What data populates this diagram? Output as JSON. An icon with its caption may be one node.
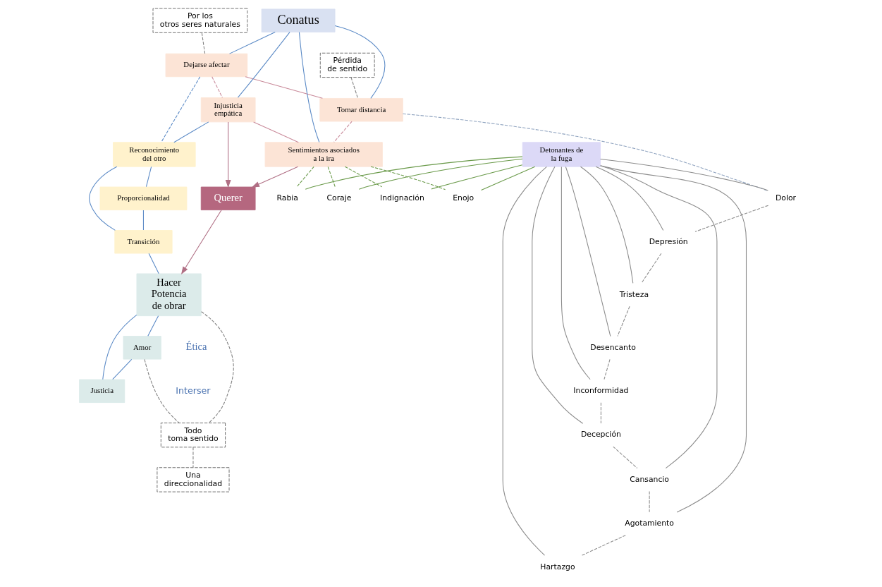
{
  "diagram": {
    "nodes": [
      {
        "text": [
          "Pérdida de sentido"
        ]
      },
      {
        "text": [
          "Por los otros seres naturales"
        ]
      },
      {
        "text": [
          "Reconocimiento del otro"
        ]
      },
      {
        "text": [
          "Proporcionalidad"
        ]
      },
      {
        "text": [
          "Dejarse afectar"
        ]
      },
      {
        "text": [
          "Injusticia empática"
        ]
      },
      {
        "text": [
          "Transición"
        ]
      },
      {
        "text": [
          "Conatus"
        ]
      },
      {
        "text": [
          "Querer"
        ]
      },
      {
        "text": [
          "Hacer",
          "Potencia de obrar"
        ]
      },
      {
        "text": [
          "Tomar distancia"
        ]
      },
      {
        "text": [
          "Sentimientos asociados a la ira"
        ]
      },
      {
        "text": [
          "Dolor"
        ]
      },
      {
        "text": [
          "Enojo"
        ]
      },
      {
        "text": [
          "Depresión"
        ]
      },
      {
        "text": [
          "Rabia"
        ]
      },
      {
        "text": [
          "Coraje"
        ]
      },
      {
        "text": [
          "Tristeza"
        ]
      },
      {
        "text": [
          "Detonantes de la fuga"
        ]
      },
      {
        "text": [
          "Indignación"
        ]
      },
      {
        "text": [
          "Hartazgo"
        ]
      },
      {
        "text": [
          "Desencanto"
        ]
      },
      {
        "text": [
          "Agotamiento"
        ]
      },
      {
        "text": [
          "Inconformidad"
        ]
      },
      {
        "text": [
          "Cansancio"
        ]
      },
      {
        "text": [
          "Decepción"
        ]
      },
      {
        "text": [
          "Amor"
        ]
      },
      {
        "text": [
          "Justicia"
        ]
      },
      {
        "text": [
          "Todo toma sentido"
        ]
      },
      {
        "text": [
          "Una direccionalidad"
        ]
      }
    ],
    "edges": [
      {
        "from": 0,
        "to": 10,
        "arrow": "none",
        "style": "dashed",
        "color": "#808080"
      },
      {
        "from": 1,
        "to": 4,
        "arrow": "none",
        "style": "dashed",
        "color": "#808080"
      },
      {
        "from": 4,
        "to": 2,
        "arrow": "none",
        "style": "dashed",
        "color": "#5b8ac6"
      },
      {
        "from": 2,
        "to": 3,
        "arrow": "none",
        "color": "#5b8ac6"
      },
      {
        "from": 4,
        "to": 5,
        "arrow": "none",
        "style": "dashed",
        "color": "#c98a9a"
      },
      {
        "from": 5,
        "to": 2,
        "arrow": "none",
        "color": "#5b8ac6"
      },
      {
        "from": 2,
        "to": 6,
        "arrow": "none",
        "color": "#5b8ac6"
      },
      {
        "from": 3,
        "to": 6,
        "arrow": "none",
        "color": "#5b8ac6"
      },
      {
        "from": 7,
        "to": 4,
        "arrow": "none",
        "color": "#5b8ac6"
      },
      {
        "from": 7,
        "to": 5,
        "arrow": "none",
        "color": "#5b8ac6"
      },
      {
        "from": 7,
        "to": 10,
        "arrow": "none",
        "color": "#5b8ac6"
      },
      {
        "from": 7,
        "to": 11,
        "arrow": "none",
        "color": "#5b8ac6"
      },
      {
        "from": 4,
        "to": 10,
        "arrow": "none",
        "color": "#c98a9a"
      },
      {
        "from": 5,
        "to": 11,
        "arrow": "none",
        "color": "#c98a9a"
      },
      {
        "from": 10,
        "to": 11,
        "arrow": "none",
        "style": "dashed",
        "color": "#c98a9a"
      },
      {
        "from": 5,
        "to": 8,
        "arrow": "to",
        "color": "#b06f84"
      },
      {
        "from": 11,
        "to": 8,
        "arrow": "to",
        "color": "#b06f84"
      },
      {
        "from": 8,
        "to": 9,
        "arrow": "to",
        "color": "#b06f84"
      },
      {
        "from": 6,
        "to": 9,
        "arrow": "none",
        "color": "#5b8ac6"
      },
      {
        "from": 9,
        "to": 26,
        "arrow": "none",
        "color": "#5b8ac6"
      },
      {
        "from": 9,
        "to": 27,
        "arrow": "none",
        "color": "#5b8ac6"
      },
      {
        "from": 26,
        "to": 27,
        "arrow": "none",
        "color": "#5b8ac6"
      },
      {
        "from": 9,
        "to": 28,
        "arrow": "none",
        "style": "dashed",
        "color": "#808080"
      },
      {
        "from": 26,
        "to": 28,
        "arrow": "none",
        "style": "dashed",
        "color": "#808080"
      },
      {
        "from": 28,
        "to": 29,
        "arrow": "none",
        "style": "dashed",
        "color": "#808080"
      },
      {
        "from": 10,
        "to": 12,
        "arrow": "none",
        "style": "dashed",
        "color": "#8fa3bf"
      },
      {
        "from": 11,
        "to": 13,
        "arrow": "none",
        "style": "dashed",
        "color": "#6a9a4a"
      },
      {
        "from": 11,
        "to": 15,
        "arrow": "none",
        "style": "dashed",
        "color": "#6a9a4a"
      },
      {
        "from": 11,
        "to": 16,
        "arrow": "none",
        "style": "dashed",
        "color": "#6a9a4a"
      },
      {
        "from": 11,
        "to": 19,
        "arrow": "none",
        "style": "dashed",
        "color": "#6a9a4a"
      },
      {
        "from": 18,
        "to": 12,
        "arrow": "none"
      },
      {
        "from": 18,
        "to": 14,
        "arrow": "none"
      },
      {
        "from": 18,
        "to": 17,
        "arrow": "none"
      },
      {
        "from": 18,
        "to": 21,
        "arrow": "none"
      },
      {
        "from": 18,
        "to": 23,
        "arrow": "none"
      },
      {
        "from": 18,
        "to": 25,
        "arrow": "none"
      },
      {
        "from": 18,
        "to": 24,
        "arrow": "none"
      },
      {
        "from": 18,
        "to": 22,
        "arrow": "none"
      },
      {
        "from": 18,
        "to": 20,
        "arrow": "none"
      },
      {
        "from": 18,
        "to": 19,
        "arrow": "none",
        "color": "#6a9a4a"
      },
      {
        "from": 18,
        "to": 16,
        "arrow": "none",
        "color": "#6a9a4a"
      },
      {
        "from": 18,
        "to": 15,
        "arrow": "none",
        "color": "#6a9a4a"
      },
      {
        "from": 18,
        "to": 13,
        "arrow": "none",
        "color": "#6a9a4a"
      },
      {
        "from": 12,
        "to": 14,
        "arrow": "none",
        "style": "dashed"
      },
      {
        "from": 14,
        "to": 17,
        "arrow": "none",
        "style": "dashed"
      },
      {
        "from": 17,
        "to": 21,
        "arrow": "none",
        "style": "dashed"
      },
      {
        "from": 21,
        "to": 23,
        "arrow": "none",
        "style": "dashed"
      },
      {
        "from": 23,
        "to": 25,
        "arrow": "none",
        "style": "dashed"
      },
      {
        "from": 25,
        "to": 24,
        "arrow": "none",
        "style": "dashed"
      },
      {
        "from": 24,
        "to": 22,
        "arrow": "none",
        "style": "dashed"
      },
      {
        "from": 22,
        "to": 20,
        "arrow": "none",
        "style": "dashed"
      }
    ],
    "labels": [
      "Ética",
      "Interser"
    ]
  }
}
